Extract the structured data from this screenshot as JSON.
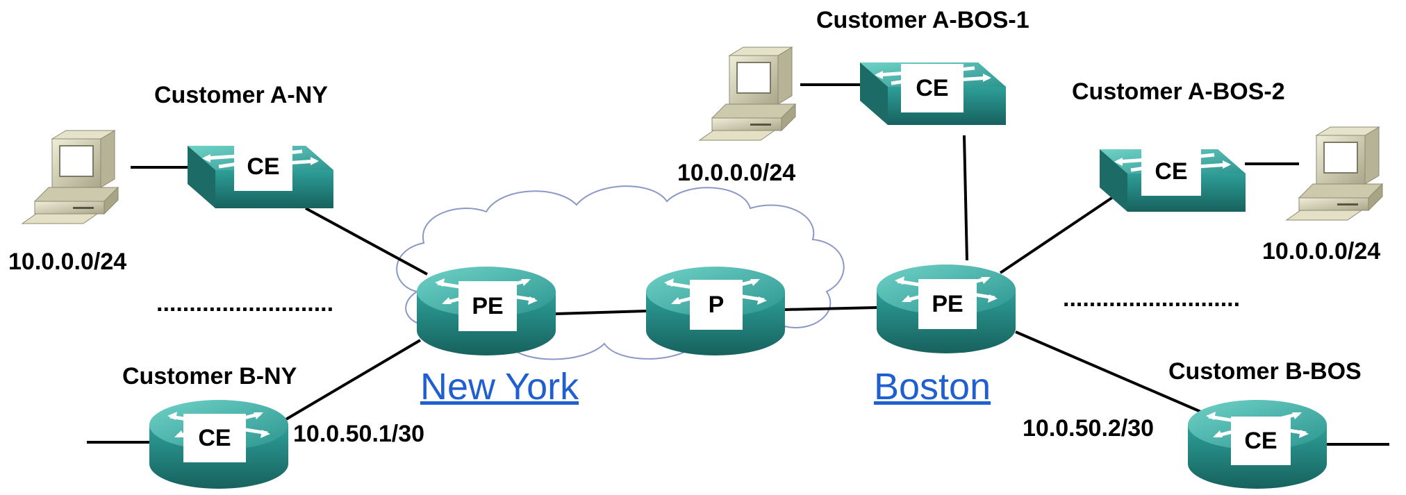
{
  "colors": {
    "device_teal": "#2f9b96",
    "device_teal_dark": "#1b6f6b",
    "device_teal_top": "#56c3bb",
    "cloud_stroke": "#8a98c8",
    "link_color": "#1f5fd0",
    "pc_beige": "#d8d5b8"
  },
  "devices": {
    "ce_a_ny": "CE",
    "ce_a_bos1": "CE",
    "ce_a_bos2": "CE",
    "ce_b_ny": "CE",
    "ce_b_bos": "CE",
    "pe_ny": "PE",
    "p_core": "P",
    "pe_bos": "PE"
  },
  "customers": {
    "a_ny": "Customer A-NY",
    "a_bos1": "Customer A-BOS-1",
    "a_bos2": "Customer A-BOS-2",
    "b_ny": "Customer B-NY",
    "b_bos": "Customer B-BOS"
  },
  "addresses": {
    "a_ny_lan": "10.0.0.0/24",
    "a_bos1_lan": "10.0.0.0/24",
    "a_bos2_lan": "10.0.0.0/24",
    "b_ny_link": "10.0.50.1/30",
    "b_bos_link": "10.0.50.2/30"
  },
  "sites": {
    "ny": "New York",
    "bos": "Boston"
  },
  "separators": {
    "left": "...........................",
    "right": "..........................."
  }
}
